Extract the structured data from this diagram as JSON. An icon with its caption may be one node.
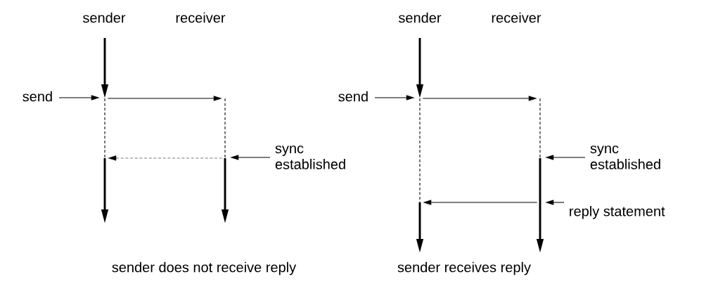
{
  "diagram": {
    "nodes": [
      {
        "text": [],
        "shape": "bar"
      },
      {
        "text": [],
        "shape": "bar"
      },
      {
        "text": [
          "send"
        ]
      },
      {
        "text": [
          "sync established"
        ]
      },
      {
        "text": [],
        "shape": "bar"
      },
      {
        "text": [],
        "shape": "bar"
      },
      {
        "text": [
          "send"
        ]
      },
      {
        "text": [
          "sync established"
        ]
      },
      {
        "text": [
          "reply statement"
        ]
      }
    ],
    "edges": [
      {
        "from": 0,
        "to": 1,
        "arrow": "to"
      },
      {
        "from": 1,
        "to": 0,
        "arrow": "to",
        "style": "dashed"
      },
      {
        "from": 2,
        "to": 0,
        "arrow": "to"
      },
      {
        "from": 3,
        "to": 1,
        "arrow": "to"
      },
      {
        "from": 4,
        "to": 5,
        "arrow": "to"
      },
      {
        "from": 5,
        "to": 4,
        "arrow": "to"
      },
      {
        "from": 6,
        "to": 4,
        "arrow": "to"
      },
      {
        "from": 7,
        "to": 5,
        "arrow": "to"
      },
      {
        "from": 8,
        "to": 5,
        "arrow": "to"
      }
    ],
    "labels": [
      "sender",
      "receiver",
      "sender",
      "receiver",
      "sender does not receive reply",
      "sender receives reply"
    ]
  }
}
